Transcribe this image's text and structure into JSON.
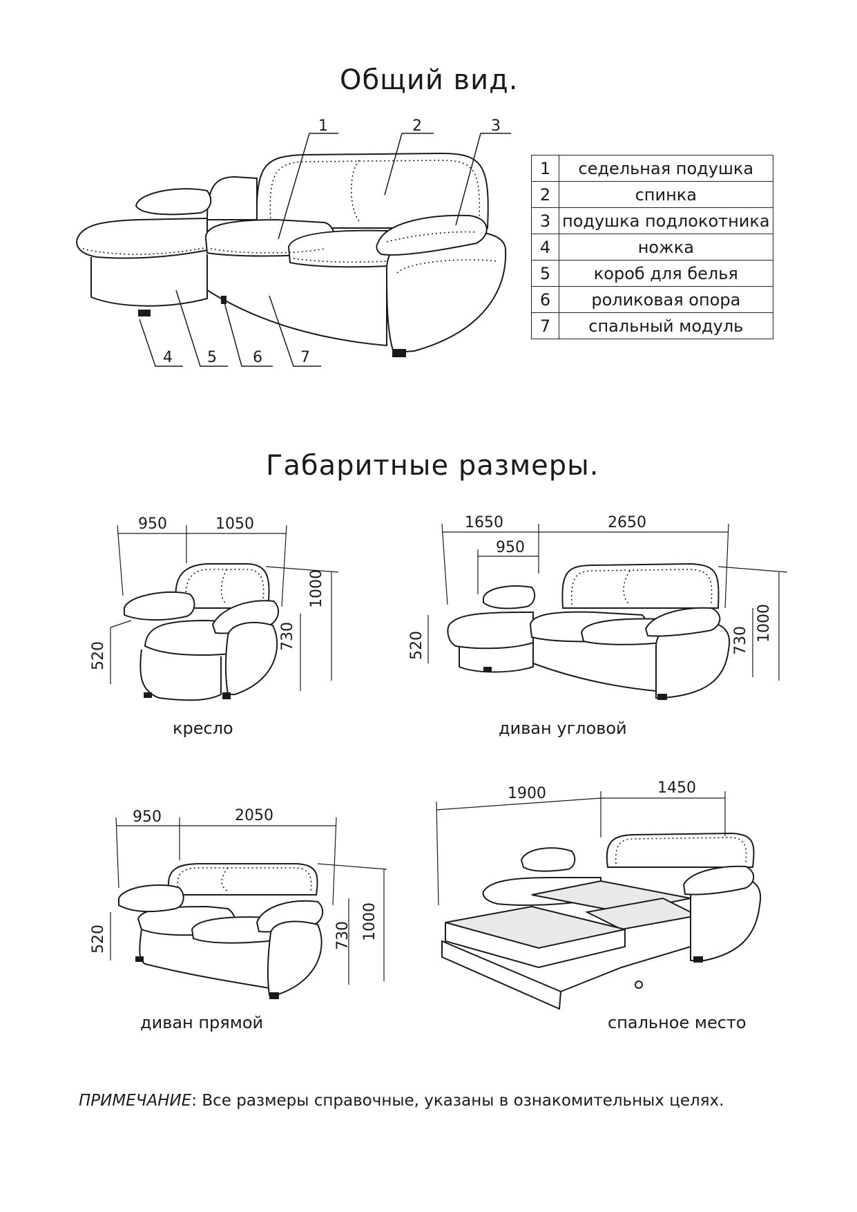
{
  "overview": {
    "title": "Общий вид.",
    "callouts_top": [
      "1",
      "2",
      "3"
    ],
    "callouts_bottom": [
      "4",
      "5",
      "6",
      "7"
    ],
    "legend": [
      {
        "n": "1",
        "text": "седельная подушка"
      },
      {
        "n": "2",
        "text": "спинка"
      },
      {
        "n": "3",
        "text": "подушка подлокотника"
      },
      {
        "n": "4",
        "text": "ножка"
      },
      {
        "n": "5",
        "text": "короб для белья"
      },
      {
        "n": "6",
        "text": "роликовая опора"
      },
      {
        "n": "7",
        "text": "спальный модуль"
      }
    ]
  },
  "dimensions": {
    "title": "Габаритные размеры.",
    "armchair": {
      "caption": "кресло",
      "depth": "950",
      "width": "1050",
      "height": "1000",
      "arm_height": "730",
      "seat_height": "520"
    },
    "corner_sofa": {
      "caption": "диван угловой",
      "depth": "1650",
      "inner_depth": "950",
      "width": "2650",
      "height": "1000",
      "arm_height": "730",
      "seat_height": "520"
    },
    "straight_sofa": {
      "caption": "диван прямой",
      "depth": "950",
      "width": "2050",
      "height": "1000",
      "arm_height": "730",
      "seat_height": "520"
    },
    "sleeping_place": {
      "caption": "спальное место",
      "length": "1900",
      "width": "1450"
    }
  },
  "note": {
    "label": "ПРИМЕЧАНИЕ",
    "text": ": Все размеры справочные, указаны в ознакомительных целях."
  }
}
